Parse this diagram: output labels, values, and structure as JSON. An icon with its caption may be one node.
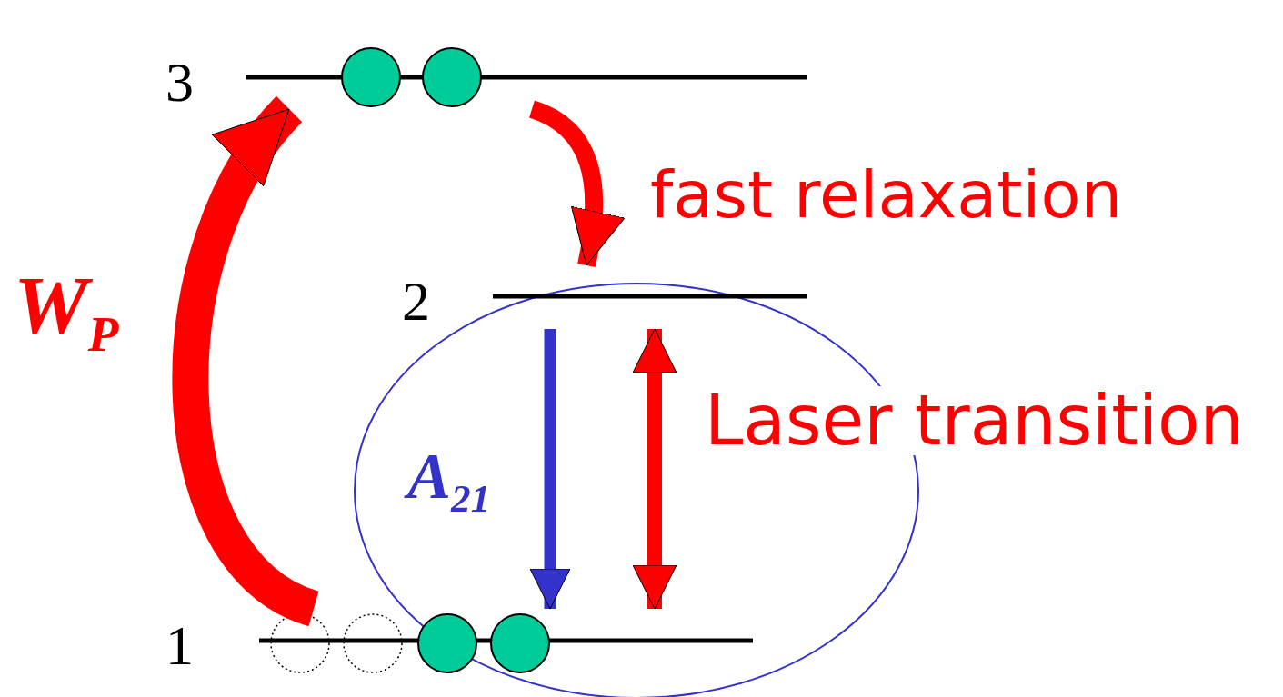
{
  "diagram": {
    "nodes": [
      {
        "text": [
          "3"
        ]
      },
      {
        "text": [
          "2"
        ]
      },
      {
        "text": [
          "1"
        ]
      }
    ],
    "edges": [
      {
        "from": 2,
        "to": 0,
        "arrow": "to",
        "label": "W$_{P}$",
        "style": "thick"
      },
      {
        "from": 0,
        "to": 1,
        "arrow": "to",
        "label": "fast relaxation"
      },
      {
        "from": 1,
        "to": 2,
        "arrow": "to",
        "label": "A$_{21}$",
        "color": "#3333cc"
      },
      {
        "from": 1,
        "to": 2,
        "arrow": "both",
        "label": "Laser transition"
      }
    ]
  }
}
